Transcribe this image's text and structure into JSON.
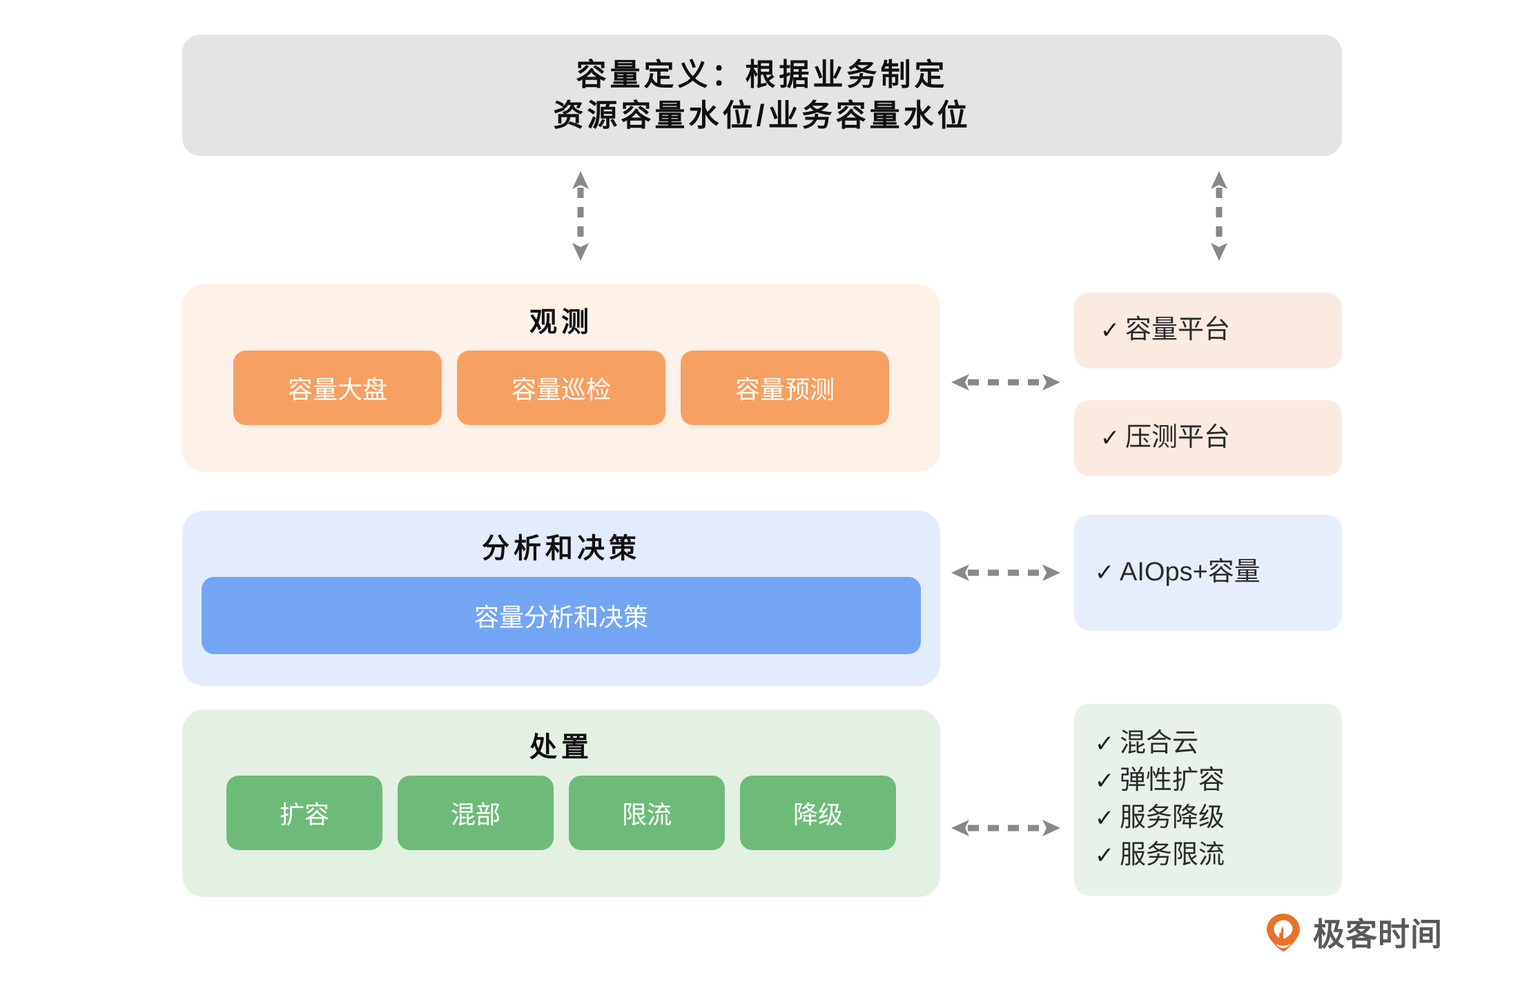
{
  "header": {
    "line1": "容量定义：根据业务制定",
    "line2": "资源容量水位/业务容量水位"
  },
  "colors": {
    "header_bg": "#e4e4e4",
    "observe_panel_bg": "#fdf1e8",
    "observe_chip": "#f7a063",
    "analysis_panel_bg": "#e2ecfd",
    "analysis_chip": "#74a5f4",
    "dispose_panel_bg": "#e3f1e3",
    "dispose_chip": "#6ebb79",
    "arrow": "#888888"
  },
  "icons": {
    "check": "✓",
    "v_arrow": "vertical-double-arrow-dashed",
    "h_arrow": "horizontal-double-arrow-dashed"
  },
  "groups": [
    {
      "title": "观测",
      "chips": [
        "容量大盘",
        "容量巡检",
        "容量预测"
      ]
    },
    {
      "title": "分析和决策",
      "chips": [
        "容量分析和决策"
      ]
    },
    {
      "title": "处置",
      "chips": [
        "扩容",
        "混部",
        "限流",
        "降级"
      ]
    }
  ],
  "side": {
    "capacity_platform": [
      "容量平台"
    ],
    "stress_platform": [
      "压测平台"
    ],
    "aiops": [
      "AIOps+容量"
    ],
    "dispose_list": [
      "混合云",
      "弹性扩容",
      "服务降级",
      "服务限流"
    ]
  },
  "logo": {
    "text": "极客时间"
  }
}
